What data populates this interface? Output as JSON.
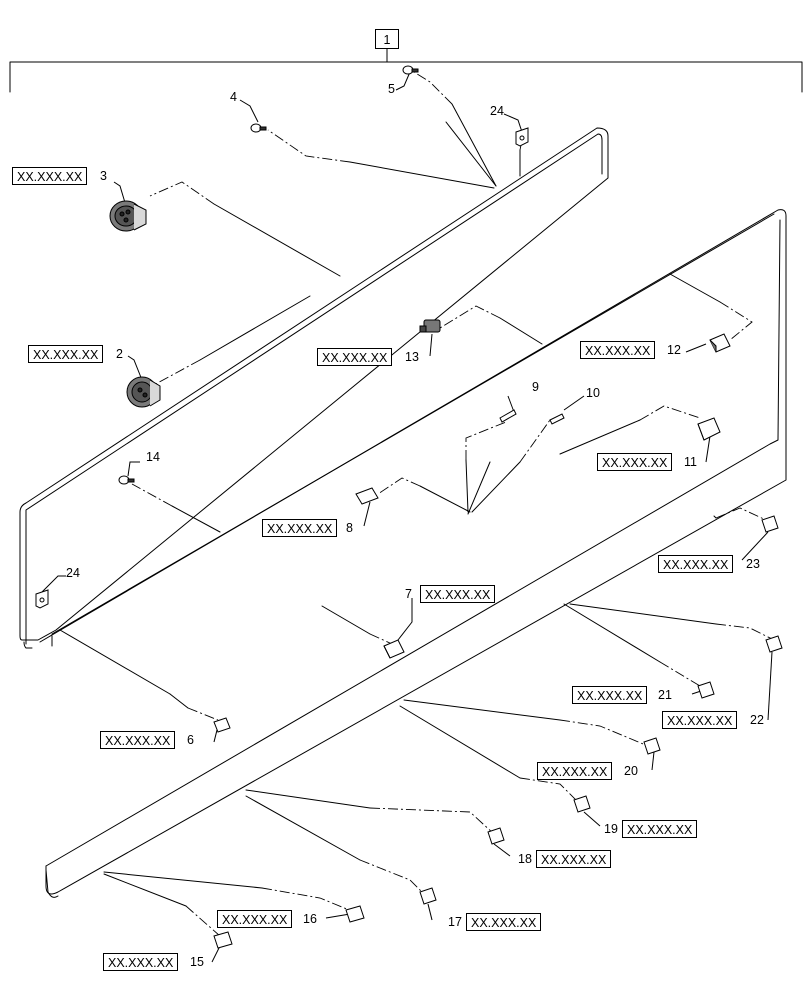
{
  "assembly": {
    "item_number": "1"
  },
  "callouts": [
    {
      "id": "c2",
      "number": "2",
      "ref": "XX.XXX.XX"
    },
    {
      "id": "c3",
      "number": "3",
      "ref": "XX.XXX.XX"
    },
    {
      "id": "c4",
      "number": "4"
    },
    {
      "id": "c5",
      "number": "5"
    },
    {
      "id": "c6",
      "number": "6",
      "ref": "XX.XXX.XX"
    },
    {
      "id": "c7",
      "number": "7",
      "ref": "XX.XXX.XX"
    },
    {
      "id": "c8",
      "number": "8",
      "ref": "XX.XXX.XX"
    },
    {
      "id": "c9",
      "number": "9"
    },
    {
      "id": "c10",
      "number": "10"
    },
    {
      "id": "c11",
      "number": "11",
      "ref": "XX.XXX.XX"
    },
    {
      "id": "c12",
      "number": "12",
      "ref": "XX.XXX.XX"
    },
    {
      "id": "c13",
      "number": "13",
      "ref": "XX.XXX.XX"
    },
    {
      "id": "c14",
      "number": "14"
    },
    {
      "id": "c15",
      "number": "15",
      "ref": "XX.XXX.XX"
    },
    {
      "id": "c16",
      "number": "16",
      "ref": "XX.XXX.XX"
    },
    {
      "id": "c17",
      "number": "17",
      "ref": "XX.XXX.XX"
    },
    {
      "id": "c18",
      "number": "18",
      "ref": "XX.XXX.XX"
    },
    {
      "id": "c19",
      "number": "19",
      "ref": "XX.XXX.XX"
    },
    {
      "id": "c20",
      "number": "20",
      "ref": "XX.XXX.XX"
    },
    {
      "id": "c21",
      "number": "21",
      "ref": "XX.XXX.XX"
    },
    {
      "id": "c22",
      "number": "22",
      "ref": "XX.XXX.XX"
    },
    {
      "id": "c23",
      "number": "23",
      "ref": "XX.XXX.XX"
    },
    {
      "id": "c24a",
      "number": "24"
    },
    {
      "id": "c24b",
      "number": "24"
    }
  ]
}
